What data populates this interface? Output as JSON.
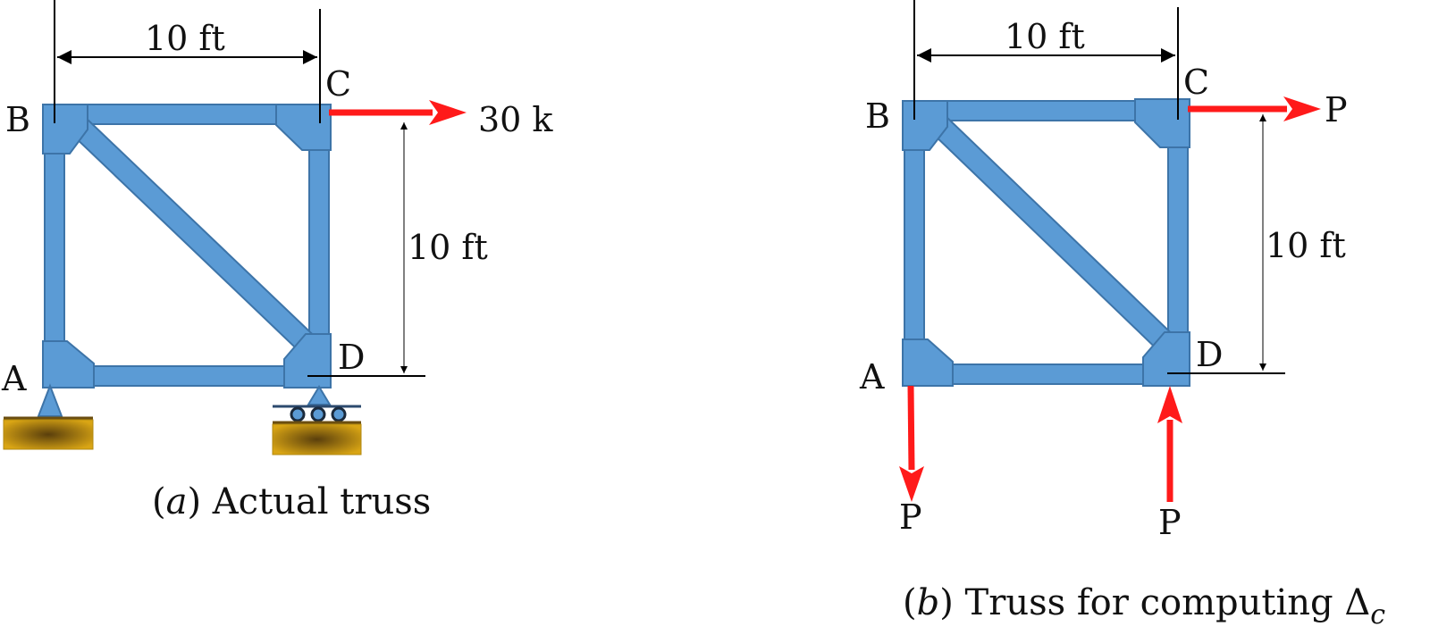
{
  "colors": {
    "member": "#5b9bd5",
    "member_outline": "#3d74a8",
    "load": "#ff1a1a",
    "dim": "#000000",
    "ground_dark": "#6b4e10",
    "ground_light": "#d9a514",
    "roller_line": "#2c4a6e"
  },
  "truss_a": {
    "nodes": {
      "a": "A",
      "b": "B",
      "c": "C",
      "d": "D"
    },
    "width_label": "10 ft",
    "height_label": "10 ft",
    "load_label": "30 k",
    "caption": {
      "prefix": "(",
      "letter": "a",
      "suffix": ") Actual truss"
    }
  },
  "truss_b": {
    "nodes": {
      "a": "A",
      "b": "B",
      "c": "C",
      "d": "D"
    },
    "width_label": "10 ft",
    "height_label": "10 ft",
    "load_c": "P",
    "load_a": "P",
    "load_d": "P",
    "caption": {
      "prefix": "(",
      "letter": "b",
      "suffix": ") Truss for computing Δ",
      "subscript": "c"
    }
  }
}
